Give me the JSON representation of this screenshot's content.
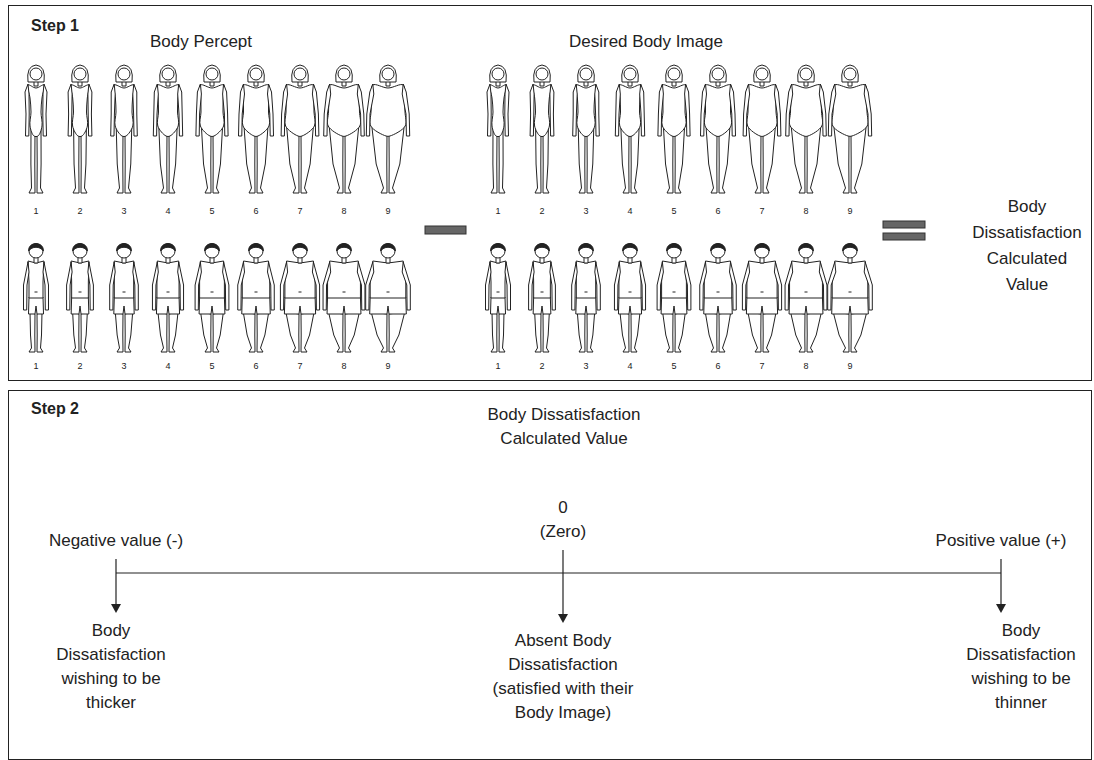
{
  "diagram": {
    "nodes": [
      {
        "text": [
          "Step 1",
          "Body Percept",
          "Desired Body Image",
          "Body Dissatisfaction Calculated Value"
        ]
      },
      {
        "text": [
          "Step 2",
          "Body Dissatisfaction Calculated Value",
          "Negative value (-)",
          "0 (Zero)",
          "Positive value (+)",
          "Body Dissatisfaction wishing to be thicker",
          "Absent Body Dissatisfaction (satisfied with their Body Image)",
          "Body Dissatisfaction wishing to be thinner"
        ]
      }
    ],
    "labels": [
      "1",
      "2",
      "3",
      "4",
      "5",
      "6",
      "7",
      "8",
      "9",
      "1",
      "2",
      "3",
      "4",
      "5",
      "6",
      "7",
      "8",
      "9",
      "1",
      "2",
      "3",
      "4",
      "5",
      "6",
      "7",
      "8",
      "9",
      "1",
      "2",
      "3",
      "4",
      "5",
      "6",
      "7",
      "8",
      "9"
    ]
  }
}
